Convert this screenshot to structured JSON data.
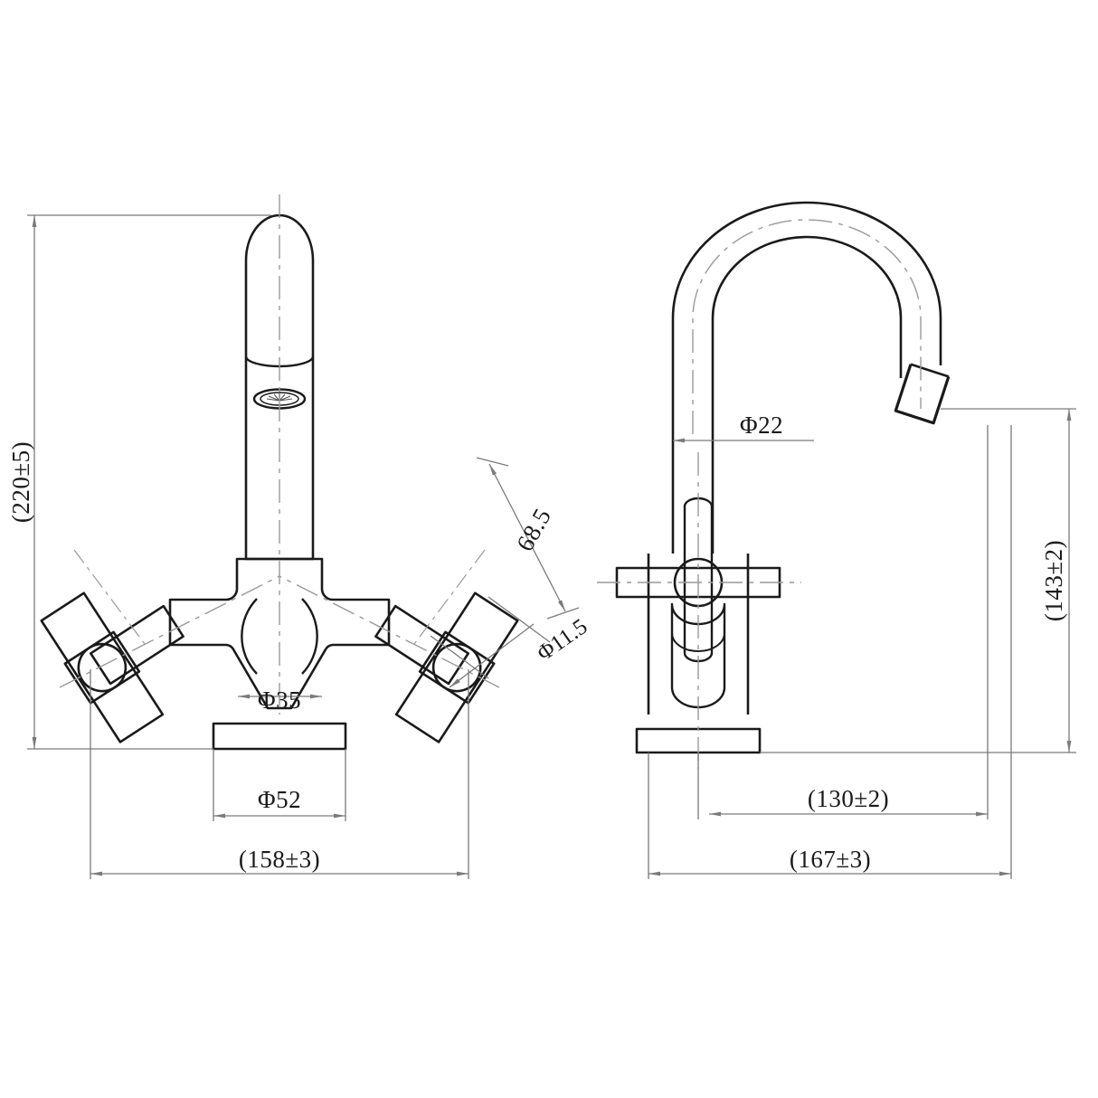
{
  "drawing": {
    "type": "engineering-drawing",
    "subject": "two-handle basin mixer faucet",
    "units": "mm",
    "line_color": "#1a1a1a",
    "dimension_line_color": "#7a7a7a",
    "centerline_color": "#999999",
    "background": "#ffffff",
    "views": [
      {
        "id": "front-view",
        "label": "",
        "position": "left"
      },
      {
        "id": "side-view",
        "label": "",
        "position": "right"
      }
    ]
  },
  "dimensions": {
    "overall_height": "(220±5)",
    "spout_height": "(143±2)",
    "overall_width_front": "(158±3)",
    "overall_width_side": "(167±3)",
    "spout_reach": "(130±2)",
    "body_diameter": "Φ35",
    "base_diameter": "Φ52",
    "spout_tube_diameter": "Φ22",
    "handle_length": "68.5",
    "handle_bar_diameter": "Φ11.5"
  },
  "dimension_list": [
    {
      "name": "overall-height",
      "value": "(220±5)",
      "orientation": "vertical",
      "view": "front-view"
    },
    {
      "name": "body-diameter",
      "value": "Φ35",
      "orientation": "horizontal",
      "view": "front-view"
    },
    {
      "name": "base-diameter",
      "value": "Φ52",
      "orientation": "horizontal",
      "view": "front-view"
    },
    {
      "name": "overall-width-front",
      "value": "(158±3)",
      "orientation": "horizontal",
      "view": "front-view"
    },
    {
      "name": "handle-length",
      "value": "68.5",
      "orientation": "angled",
      "view": "front-view"
    },
    {
      "name": "handle-bar-diameter",
      "value": "Φ11.5",
      "orientation": "angled",
      "view": "front-view"
    },
    {
      "name": "spout-tube-diameter",
      "value": "Φ22",
      "orientation": "leader",
      "view": "side-view"
    },
    {
      "name": "spout-height",
      "value": "(143±2)",
      "orientation": "vertical",
      "view": "side-view"
    },
    {
      "name": "spout-reach",
      "value": "(130±2)",
      "orientation": "horizontal",
      "view": "side-view"
    },
    {
      "name": "overall-width-side",
      "value": "(167±3)",
      "orientation": "horizontal",
      "view": "side-view"
    }
  ]
}
